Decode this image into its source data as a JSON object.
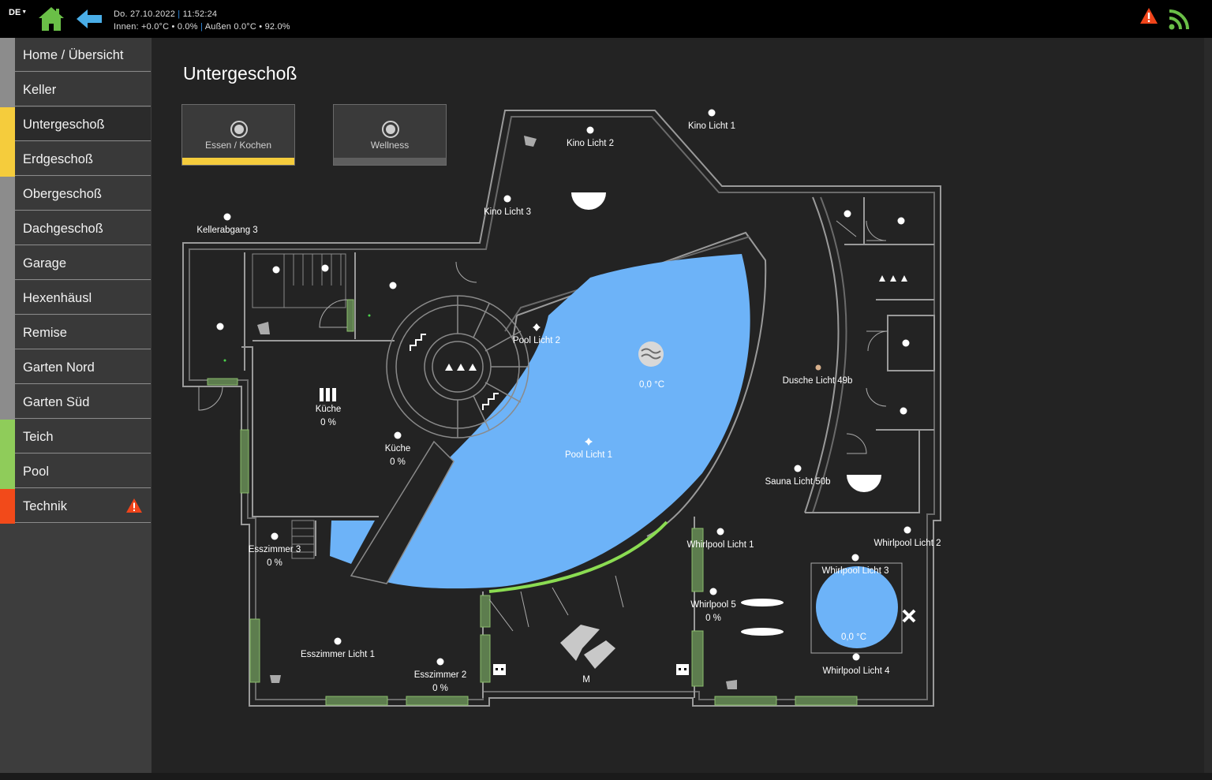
{
  "header": {
    "language": "DE",
    "date": "Do. 27.10.2022",
    "separator": "|",
    "time": "11:52:24",
    "climate_inside": "Innen: +0.0°C • 0.0%",
    "climate_outside": "Außen 0.0°C • 92.0%",
    "home_icon": "house-icon",
    "back_icon": "arrow-left-icon",
    "alert_icon": "warning-triangle-icon",
    "feed_icon": "rss-signal-icon"
  },
  "sidebar": {
    "items": [
      {
        "label": "Home / Übersicht",
        "color": "#8c8c8c"
      },
      {
        "label": "Keller",
        "color": "#8c8c8c"
      },
      {
        "label": "Untergeschoß",
        "color": "#f5cc3c"
      },
      {
        "label": "Erdgeschoß",
        "color": "#f5cc3c"
      },
      {
        "label": "Obergeschoß",
        "color": "#8c8c8c"
      },
      {
        "label": "Dachgeschoß",
        "color": "#8c8c8c"
      },
      {
        "label": "Garage",
        "color": "#8c8c8c"
      },
      {
        "label": "Hexenhäusl",
        "color": "#8c8c8c"
      },
      {
        "label": "Remise",
        "color": "#8c8c8c"
      },
      {
        "label": "Garten Nord",
        "color": "#8c8c8c"
      },
      {
        "label": "Garten Süd",
        "color": "#8c8c8c"
      },
      {
        "label": "Teich",
        "color": "#8fcc5a"
      },
      {
        "label": "Pool",
        "color": "#8fcc5a"
      },
      {
        "label": "Technik",
        "color": "#f24a1a",
        "alert": true
      }
    ],
    "active_index": 2
  },
  "main": {
    "title": "Untergeschoß",
    "scenes": [
      {
        "label": "Essen / Kochen",
        "bar_color": "#f5cc3c"
      },
      {
        "label": "Wellness",
        "bar_color": "#5e5e5e"
      }
    ]
  },
  "floorplan": {
    "pool_color": "#6db3f8",
    "lights": {
      "kino_licht_1": "Kino Licht 1",
      "kino_licht_2": "Kino Licht 2",
      "kino_licht_3": "Kino Licht 3",
      "kellerabgang_3": "Kellerabgang 3",
      "pool_licht_1": "Pool Licht 1",
      "pool_licht_2": "Pool Licht 2",
      "dusche_licht": "Dusche Licht 49b",
      "sauna_licht": "Sauna Licht 50b",
      "whirlpool_licht_1": "Whirlpool Licht 1",
      "whirlpool_licht_2": "Whirlpool Licht 2",
      "whirlpool_licht_3": "Whirlpool Licht 3",
      "whirlpool_licht_4": "Whirlpool Licht 4",
      "esszimmer_licht_1": "Esszimmer Licht 1"
    },
    "dimmers": {
      "kueche_blind": {
        "label": "Küche",
        "value": "0 %"
      },
      "kueche": {
        "label": "Küche",
        "value": "0 %"
      },
      "esszimmer_3": {
        "label": "Esszimmer 3",
        "value": "0 %"
      },
      "esszimmer_2": {
        "label": "Esszimmer 2",
        "value": "0 %"
      },
      "whirlpool_5": {
        "label": "Whirlpool 5",
        "value": "0 %"
      }
    },
    "pool_temperature": "0,0 °C",
    "whirlpool_temperature": "0,0 °C",
    "mower_label": "M"
  }
}
